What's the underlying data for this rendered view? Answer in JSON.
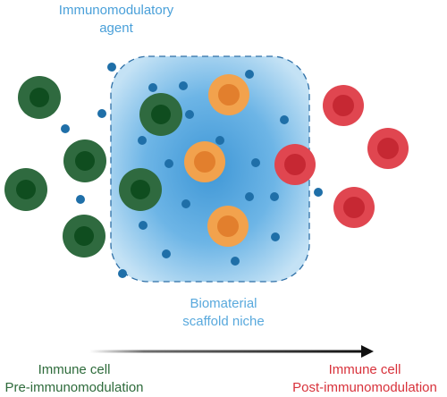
{
  "labels": {
    "agent": [
      "Immunomodulatory",
      "agent"
    ],
    "scaffold": [
      "Biomaterial",
      "scaffold niche"
    ],
    "pre": [
      "Immune cell",
      "Pre-immunomodulation"
    ],
    "post": [
      "Immune cell",
      "Post-immunomodulation"
    ]
  },
  "colors": {
    "agent_label": "#4aa0d9",
    "scaffold_label": "#59a9dd",
    "pre_label": "#2e6b3b",
    "post_label": "#d8323b",
    "cell_green_outer": "#2f6a3f",
    "cell_green_inner": "#0f4d1f",
    "cell_orange_outer": "#f2a24d",
    "cell_orange_inner": "#e27f2d",
    "cell_red_outer": "#e04650",
    "cell_red_inner": "#c62833",
    "dot": "#1f6fa8",
    "arrow": "#111111"
  }
}
